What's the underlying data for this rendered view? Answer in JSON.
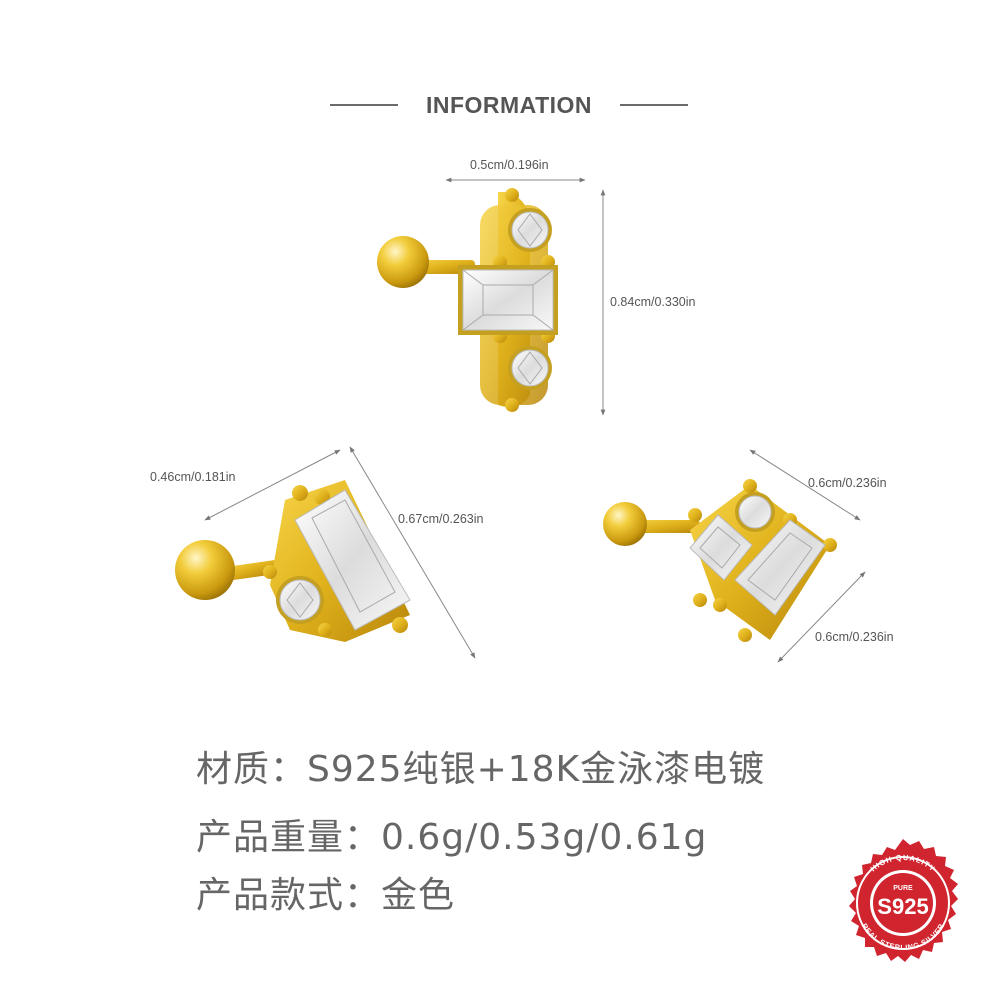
{
  "header": {
    "title": "INFORMATION"
  },
  "dimensions": {
    "top_width": "0.5cm/0.196in",
    "top_height": "0.84cm/0.330in",
    "left_width": "0.46cm/0.181in",
    "left_height": "0.67cm/0.263in",
    "right_width": "0.6cm/0.236in",
    "right_height": "0.6cm/0.236in"
  },
  "specs": [
    {
      "label": "材质：",
      "value": "S925纯银+18K金泳漆电镀"
    },
    {
      "label": "产品重量：",
      "value": "0.6g/0.53g/0.61g"
    },
    {
      "label": "产品款式：",
      "value": "金色"
    }
  ],
  "badge": {
    "top_text": "HIGH QUALITY",
    "pure": "PURE",
    "code": "S925",
    "bottom_text": "REAL STERLING SILVER",
    "color": "#d0242e"
  },
  "colors": {
    "gold": "#e0b21c",
    "gold_dark": "#b8860b",
    "stone": "#f4f4f4"
  }
}
